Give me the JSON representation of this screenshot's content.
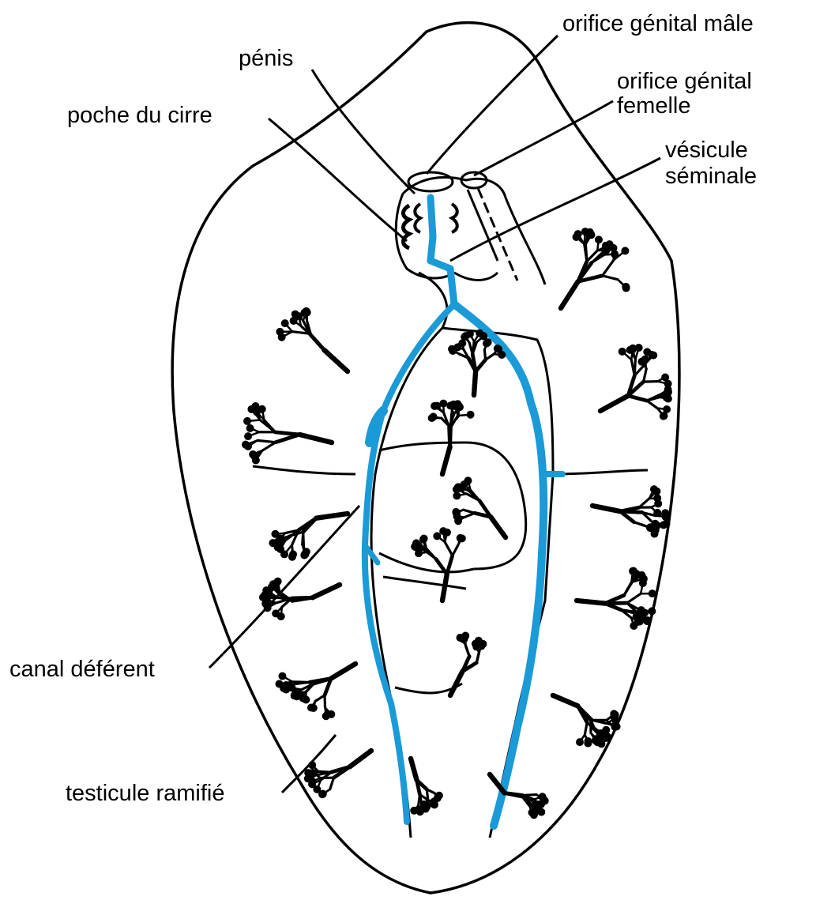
{
  "labels": {
    "penis": "pénis",
    "poche_du_cirre": "poche du cirre",
    "orifice_male": "orifice génital mâle",
    "orifice_femelle_line1": "orifice génital",
    "orifice_femelle_line2": "femelle",
    "vesicule_line1": "vésicule",
    "vesicule_line2": "séminale",
    "canal_deferent": "canal déférent",
    "testicule": "testicule ramifié"
  },
  "colors": {
    "outline": "#000000",
    "canal": "#1a9ad6",
    "background": "#ffffff"
  }
}
